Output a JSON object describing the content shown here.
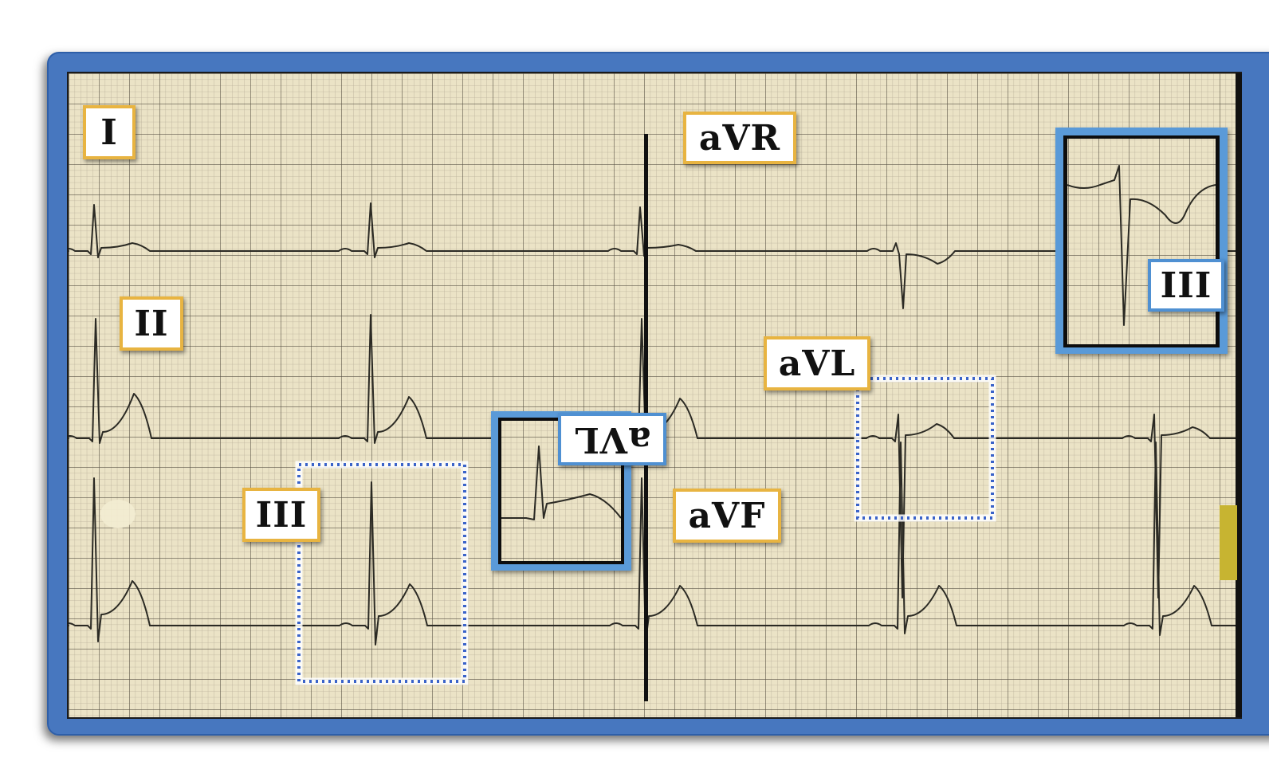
{
  "labels": {
    "lead_I": "I",
    "lead_II": "II",
    "lead_III": "III",
    "lead_aVR": "aVR",
    "lead_aVL": "aVL",
    "lead_aVF": "aVF",
    "inset_aVL_flipped": "aVL",
    "inset_III": "III"
  },
  "colors": {
    "frame_blue": "#4677bf",
    "paper": "#ebe3c6",
    "grid_minor": "#b9b09a",
    "grid_major": "#5a5346",
    "trace": "#2b2a24",
    "label_border": "#e8b441",
    "inset_border": "#4f90d2",
    "dotted_box": "#3a63c9"
  }
}
